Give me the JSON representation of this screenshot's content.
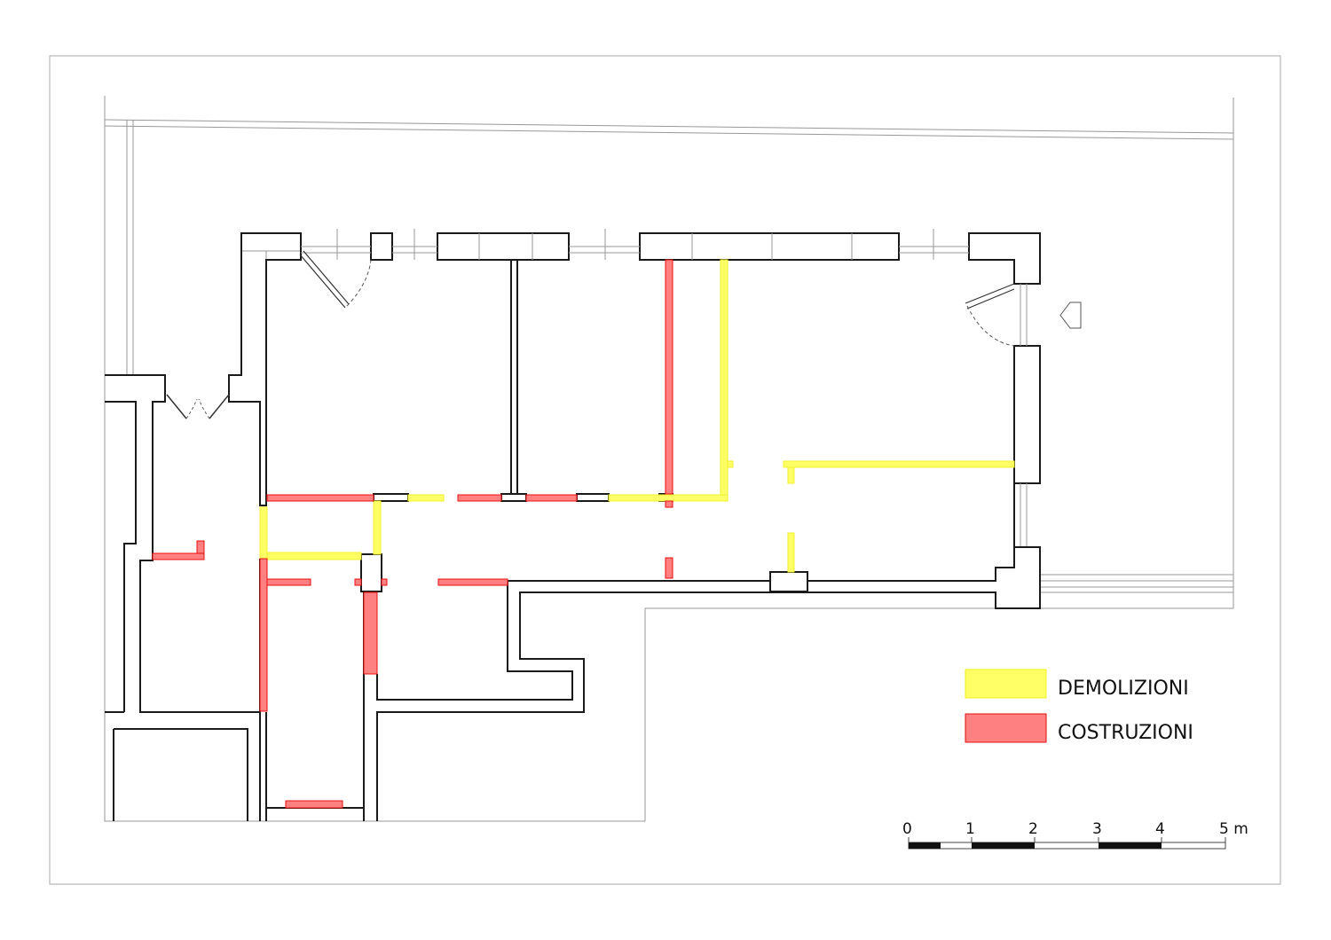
{
  "legend": [
    {
      "label": "DEMOLIZIONI",
      "color": "#ffff66"
    },
    {
      "label": "COSTRUZIONI",
      "color": "#ff8080"
    }
  ],
  "scale_bar": {
    "ticks": [
      "0",
      "1",
      "2",
      "3",
      "4",
      "5 m"
    ]
  }
}
